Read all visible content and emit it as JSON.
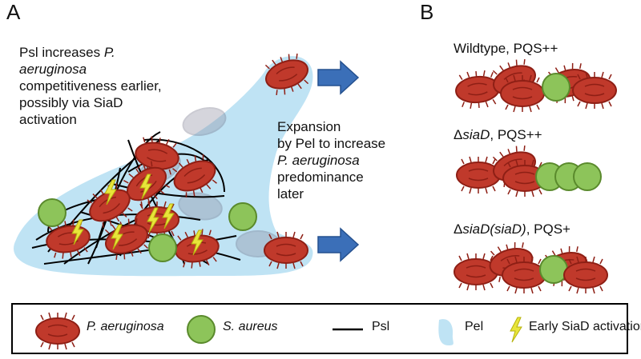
{
  "panel_a": {
    "letter": "A",
    "psl_text": {
      "line1_a": "Psl increases ",
      "line1_b": "P.",
      "line2": "aeruginosa",
      "line3": "competitiveness earlier,",
      "line4": "possibly via SiaD",
      "line5": "activation"
    },
    "pel_text": {
      "line1": "Expansion",
      "line2": "by Pel to increase",
      "line3": "P. aeruginosa",
      "line4": "predominance",
      "line5": "later"
    }
  },
  "panel_b": {
    "letter": "B",
    "rows": [
      {
        "label_a": "Wildtype, PQS++",
        "label_b": "",
        "label_c": ""
      },
      {
        "label_a": "Δ",
        "label_b": "siaD",
        "label_c": ", PQS++"
      },
      {
        "label_a": "Δ",
        "label_b": "siaD(siaD)",
        "label_c": ", PQS+"
      }
    ]
  },
  "legend": {
    "pa": "P. aeruginosa",
    "sa": "S. aureus",
    "psl": "Psl",
    "pel": "Pel",
    "siad": "Early SiaD activation"
  },
  "colors": {
    "bacterium_fill": "#c0392b",
    "bacterium_edge": "#8e1f15",
    "saureus_fill": "#8dc45a",
    "saureus_edge": "#5a8a2c",
    "pel_fill": "#bfe3f4",
    "arrow_fill": "#3b6fb8",
    "bolt_fill": "#e8e53a"
  }
}
